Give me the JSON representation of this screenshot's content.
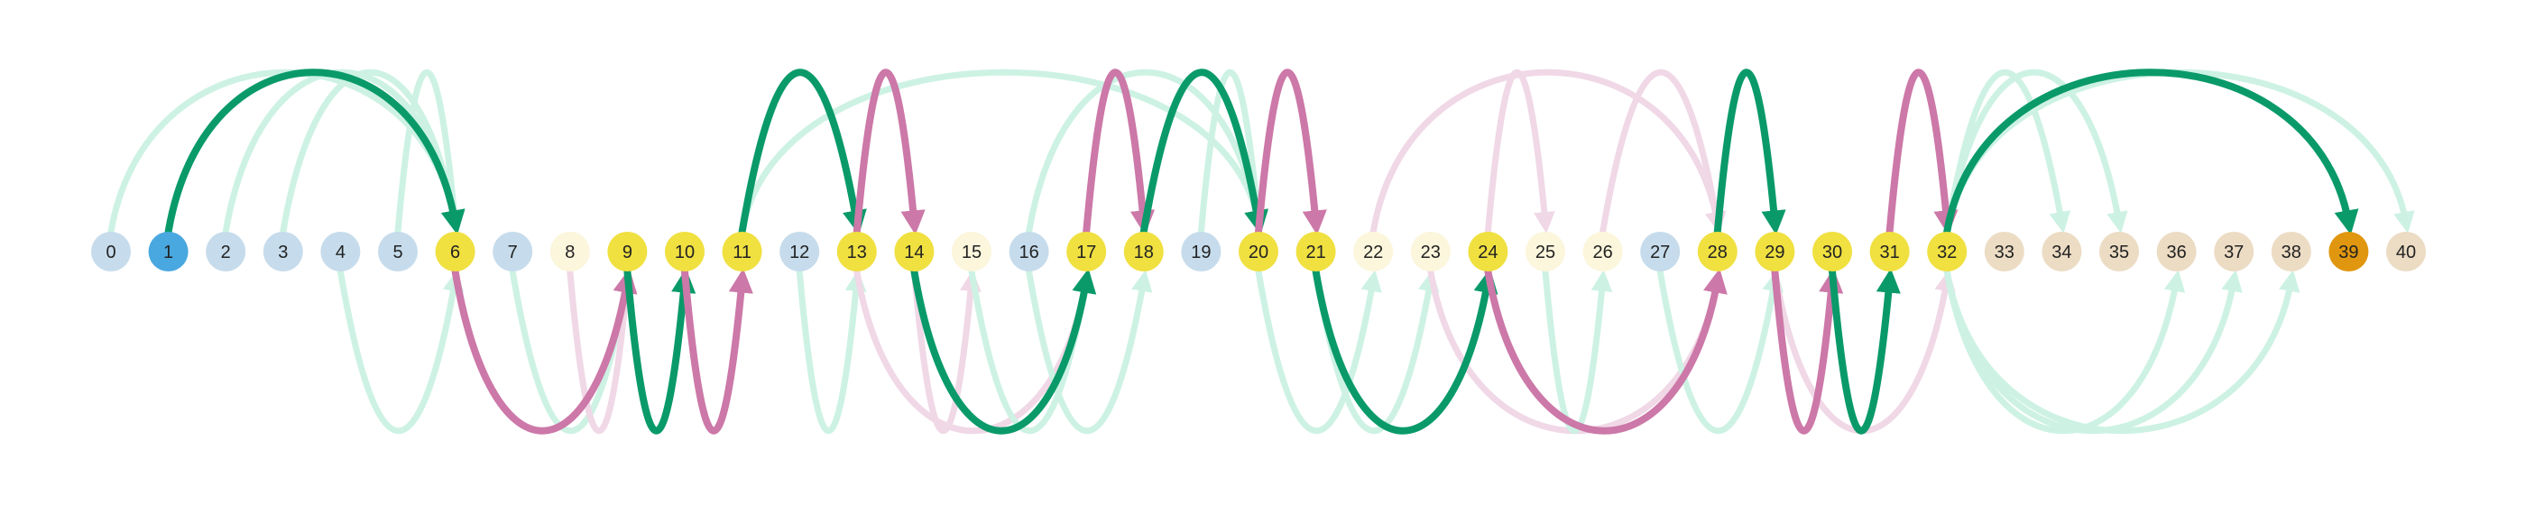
{
  "nodes": [
    {
      "label": "0",
      "role": "A"
    },
    {
      "label": "1",
      "role": "start"
    },
    {
      "label": "2",
      "role": "A"
    },
    {
      "label": "3",
      "role": "A"
    },
    {
      "label": "4",
      "role": "A"
    },
    {
      "label": "5",
      "role": "A"
    },
    {
      "label": "6",
      "role": "path"
    },
    {
      "label": "7",
      "role": "A"
    },
    {
      "label": "8",
      "role": "B"
    },
    {
      "label": "9",
      "role": "path"
    },
    {
      "label": "10",
      "role": "path"
    },
    {
      "label": "11",
      "role": "path"
    },
    {
      "label": "12",
      "role": "A"
    },
    {
      "label": "13",
      "role": "path"
    },
    {
      "label": "14",
      "role": "path"
    },
    {
      "label": "15",
      "role": "B"
    },
    {
      "label": "16",
      "role": "A"
    },
    {
      "label": "17",
      "role": "path"
    },
    {
      "label": "18",
      "role": "path"
    },
    {
      "label": "19",
      "role": "A"
    },
    {
      "label": "20",
      "role": "path"
    },
    {
      "label": "21",
      "role": "path"
    },
    {
      "label": "22",
      "role": "B"
    },
    {
      "label": "23",
      "role": "B"
    },
    {
      "label": "24",
      "role": "path"
    },
    {
      "label": "25",
      "role": "B"
    },
    {
      "label": "26",
      "role": "B"
    },
    {
      "label": "27",
      "role": "A"
    },
    {
      "label": "28",
      "role": "path"
    },
    {
      "label": "29",
      "role": "path"
    },
    {
      "label": "30",
      "role": "path"
    },
    {
      "label": "31",
      "role": "path"
    },
    {
      "label": "32",
      "role": "path"
    },
    {
      "label": "33",
      "role": "C"
    },
    {
      "label": "34",
      "role": "C"
    },
    {
      "label": "35",
      "role": "C"
    },
    {
      "label": "36",
      "role": "C"
    },
    {
      "label": "37",
      "role": "C"
    },
    {
      "label": "38",
      "role": "C"
    },
    {
      "label": "39",
      "role": "end"
    },
    {
      "label": "40",
      "role": "C"
    }
  ],
  "colors": {
    "A": "#c6dcec",
    "start": "#4aa8e0",
    "B": "#fbf6dc",
    "path": "#f0e040",
    "C": "#ecdcc4",
    "end": "#e0960e",
    "green_strong": "#0a9a6a",
    "green_faint": "#cdf2e4",
    "pink_strong": "#cc78a8",
    "pink_faint": "#f0d8e6"
  },
  "edges": [
    {
      "from": 1,
      "to": 6,
      "color": "green_strong",
      "side": "top"
    },
    {
      "from": 6,
      "to": 9,
      "color": "pink_strong",
      "side": "bottom"
    },
    {
      "from": 9,
      "to": 10,
      "color": "green_strong",
      "side": "bottom"
    },
    {
      "from": 10,
      "to": 11,
      "color": "pink_strong",
      "side": "bottom"
    },
    {
      "from": 11,
      "to": 13,
      "color": "green_strong",
      "side": "top"
    },
    {
      "from": 13,
      "to": 14,
      "color": "pink_strong",
      "side": "top"
    },
    {
      "from": 14,
      "to": 17,
      "color": "green_strong",
      "side": "bottom"
    },
    {
      "from": 17,
      "to": 18,
      "color": "pink_strong",
      "side": "top"
    },
    {
      "from": 18,
      "to": 20,
      "color": "green_strong",
      "side": "top"
    },
    {
      "from": 20,
      "to": 21,
      "color": "pink_strong",
      "side": "top"
    },
    {
      "from": 21,
      "to": 24,
      "color": "green_strong",
      "side": "bottom"
    },
    {
      "from": 24,
      "to": 28,
      "color": "pink_strong",
      "side": "bottom"
    },
    {
      "from": 28,
      "to": 29,
      "color": "green_strong",
      "side": "top"
    },
    {
      "from": 29,
      "to": 30,
      "color": "pink_strong",
      "side": "bottom"
    },
    {
      "from": 30,
      "to": 31,
      "color": "green_strong",
      "side": "bottom"
    },
    {
      "from": 31,
      "to": 32,
      "color": "pink_strong",
      "side": "top"
    },
    {
      "from": 32,
      "to": 39,
      "color": "green_strong",
      "side": "top"
    },
    {
      "from": 0,
      "to": 6,
      "color": "green_faint",
      "side": "top"
    },
    {
      "from": 2,
      "to": 6,
      "color": "green_faint",
      "side": "top"
    },
    {
      "from": 3,
      "to": 6,
      "color": "green_faint",
      "side": "top"
    },
    {
      "from": 5,
      "to": 6,
      "color": "green_faint",
      "side": "top"
    },
    {
      "from": 4,
      "to": 6,
      "color": "green_faint",
      "side": "bottom"
    },
    {
      "from": 7,
      "to": 9,
      "color": "green_faint",
      "side": "bottom"
    },
    {
      "from": 8,
      "to": 9,
      "color": "pink_faint",
      "side": "bottom"
    },
    {
      "from": 11,
      "to": 20,
      "color": "green_faint",
      "side": "top"
    },
    {
      "from": 12,
      "to": 13,
      "color": "green_faint",
      "side": "bottom"
    },
    {
      "from": 13,
      "to": 17,
      "color": "pink_faint",
      "side": "bottom"
    },
    {
      "from": 14,
      "to": 15,
      "color": "pink_faint",
      "side": "bottom"
    },
    {
      "from": 15,
      "to": 17,
      "color": "green_faint",
      "side": "bottom"
    },
    {
      "from": 16,
      "to": 20,
      "color": "green_faint",
      "side": "top"
    },
    {
      "from": 16,
      "to": 18,
      "color": "green_faint",
      "side": "bottom"
    },
    {
      "from": 19,
      "to": 20,
      "color": "green_faint",
      "side": "top"
    },
    {
      "from": 20,
      "to": 22,
      "color": "green_faint",
      "side": "bottom"
    },
    {
      "from": 21,
      "to": 23,
      "color": "green_faint",
      "side": "bottom"
    },
    {
      "from": 22,
      "to": 28,
      "color": "pink_faint",
      "side": "top"
    },
    {
      "from": 23,
      "to": 28,
      "color": "pink_faint",
      "side": "bottom"
    },
    {
      "from": 24,
      "to": 25,
      "color": "pink_faint",
      "side": "top"
    },
    {
      "from": 25,
      "to": 26,
      "color": "green_faint",
      "side": "bottom"
    },
    {
      "from": 26,
      "to": 28,
      "color": "pink_faint",
      "side": "top"
    },
    {
      "from": 27,
      "to": 29,
      "color": "green_faint",
      "side": "bottom"
    },
    {
      "from": 29,
      "to": 32,
      "color": "pink_faint",
      "side": "bottom"
    },
    {
      "from": 32,
      "to": 34,
      "color": "green_faint",
      "side": "top"
    },
    {
      "from": 32,
      "to": 35,
      "color": "green_faint",
      "side": "top"
    },
    {
      "from": 32,
      "to": 40,
      "color": "green_faint",
      "side": "top"
    },
    {
      "from": 32,
      "to": 36,
      "color": "green_faint",
      "side": "bottom"
    },
    {
      "from": 32,
      "to": 37,
      "color": "green_faint",
      "side": "bottom"
    },
    {
      "from": 32,
      "to": 38,
      "color": "green_faint",
      "side": "bottom"
    }
  ]
}
